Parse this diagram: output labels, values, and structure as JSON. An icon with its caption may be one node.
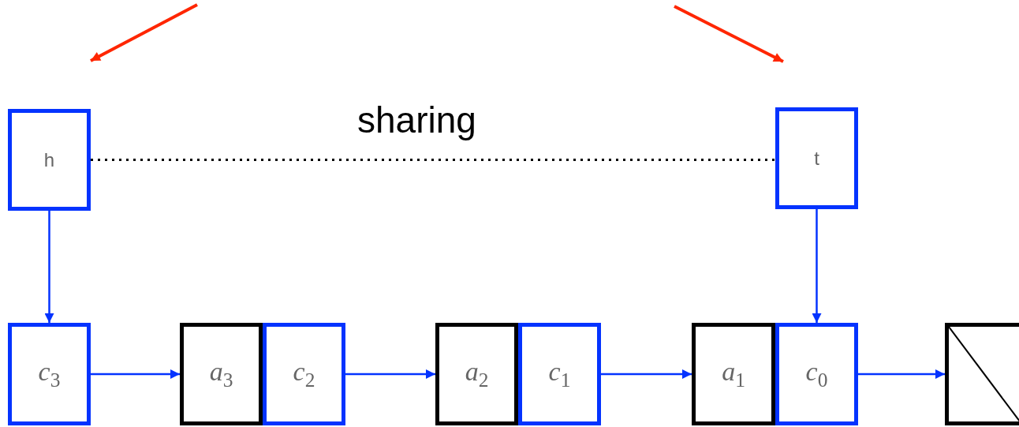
{
  "diagram": {
    "nodes": [
      {
        "text": [
          "h"
        ]
      },
      {
        "text": [
          "t"
        ]
      },
      {
        "text": [
          "*c*$_{3}$"
        ]
      },
      {
        "text": [
          "*a*$_{3}$"
        ]
      },
      {
        "text": [
          "*c*$_{2}$"
        ]
      },
      {
        "text": [
          "*a*$_{2}$"
        ]
      },
      {
        "text": [
          "*c*$_{1}$"
        ]
      },
      {
        "text": [
          "*a*$_{1}$"
        ]
      },
      {
        "text": [
          "*c*$_{0}$"
        ]
      },
      {
        "text": [],
        "shape": "box"
      }
    ],
    "edges": [
      {
        "from": 0,
        "to": 1,
        "arrow": "none",
        "style": "dashed",
        "color": "#000000",
        "label": "sharing"
      },
      {
        "from": 0,
        "to": 2,
        "arrow": "to"
      },
      {
        "from": 1,
        "to": 8,
        "arrow": "to"
      },
      {
        "from": 2,
        "to": 3,
        "arrow": "to"
      },
      {
        "from": 4,
        "to": 5,
        "arrow": "to"
      },
      {
        "from": 6,
        "to": 7,
        "arrow": "to"
      },
      {
        "from": 8,
        "to": 9,
        "arrow": "to"
      }
    ]
  }
}
